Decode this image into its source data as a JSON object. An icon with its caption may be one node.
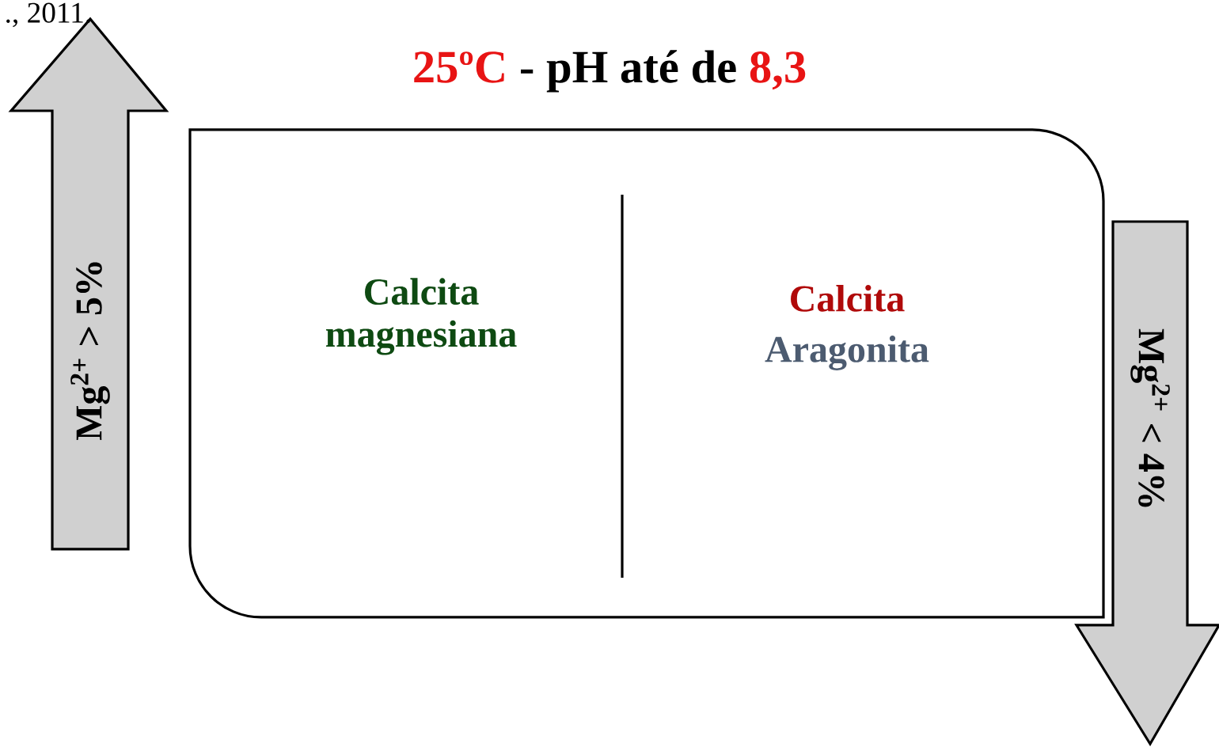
{
  "diagram": {
    "nodes": [
      {
        "text": [],
        "shape": "box"
      },
      {
        "text": [
          "Calcita magnesiana"
        ],
        "in": 0
      },
      {
        "text": [
          "Calcita",
          "Aragonita"
        ],
        "in": 0
      },
      {
        "text": [
          "Mg$^{2+}$ > 5%"
        ]
      },
      {
        "text": [
          "Mg$^{2+}$ < 4%"
        ]
      }
    ],
    "labels": [
      "., 2011.",
      "25ºC",
      "- pH até de",
      "8,3"
    ]
  }
}
